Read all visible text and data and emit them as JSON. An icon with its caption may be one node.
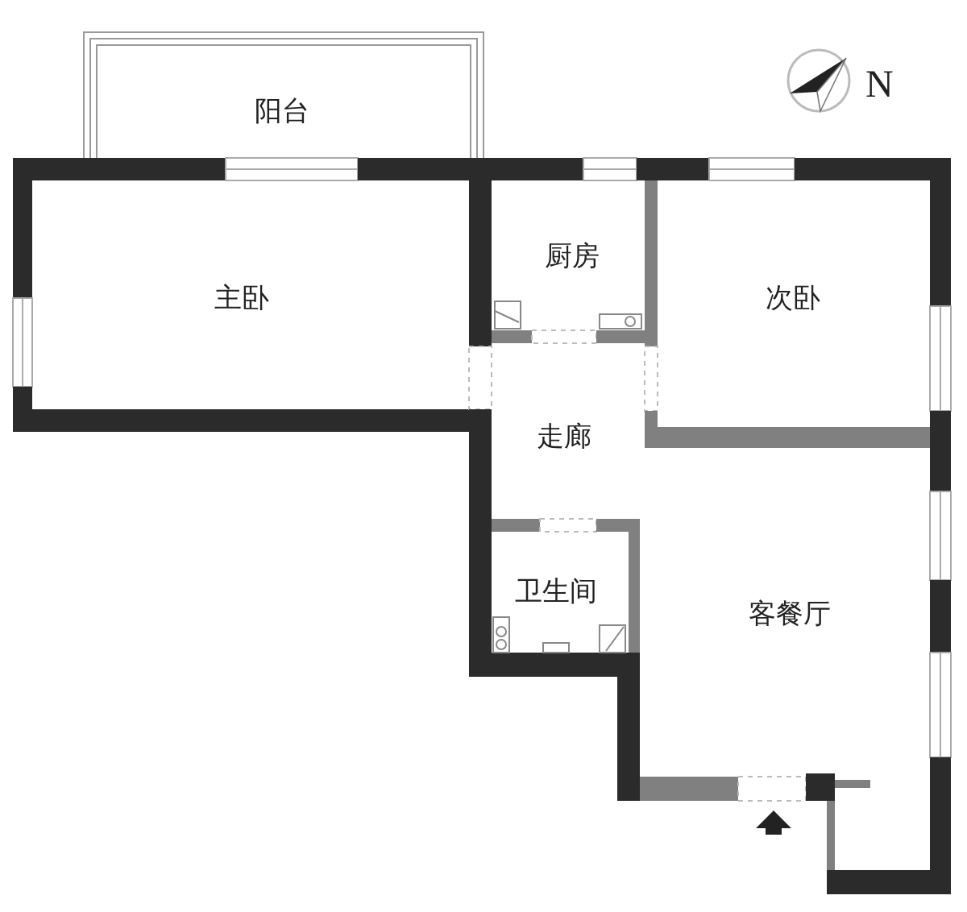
{
  "diagram": {
    "nodes": [
      {
        "text": [
          "阳台"
        ]
      },
      {
        "text": [
          "主卧"
        ]
      },
      {
        "text": [
          "厨房"
        ]
      },
      {
        "text": [
          "次卧"
        ]
      },
      {
        "text": [
          "走廊"
        ]
      },
      {
        "text": [
          "卫生间"
        ]
      },
      {
        "text": [
          "客餐厅"
        ]
      }
    ],
    "labels": [
      "N"
    ]
  }
}
